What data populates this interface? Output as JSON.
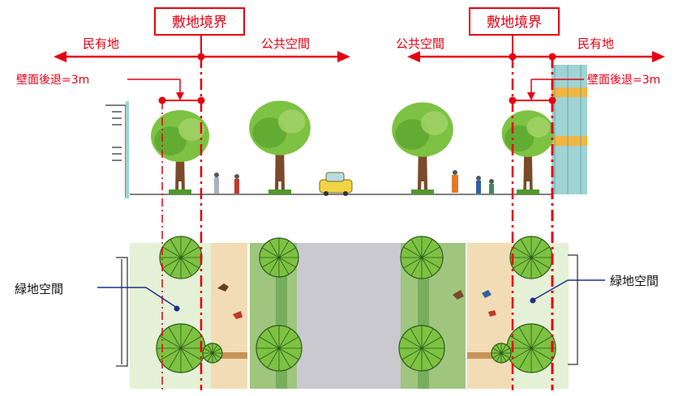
{
  "labels": {
    "boundary_left": "敷地境界",
    "boundary_right": "敷地境界",
    "private_left": "民有地",
    "public_left": "公共空間",
    "public_right": "公共空間",
    "private_right": "民有地",
    "setback_left": "壁面後退=3m",
    "setback_right": "壁面後退=3m",
    "green_left": "緑地空間",
    "green_right": "緑地空間"
  },
  "colors": {
    "accent_red": "#e60012",
    "callout_navy": "#1d2f8a",
    "foliage": "#7dc242",
    "foliage_dark": "#4e9a2a",
    "trunk": "#7a4a2a",
    "sidewalk": "#f2dcb5",
    "roadway": "#c9c9cf",
    "green_strip": "#9fc57e",
    "building_glass": "#9fd3d4",
    "building_frame": "#f2b640"
  }
}
